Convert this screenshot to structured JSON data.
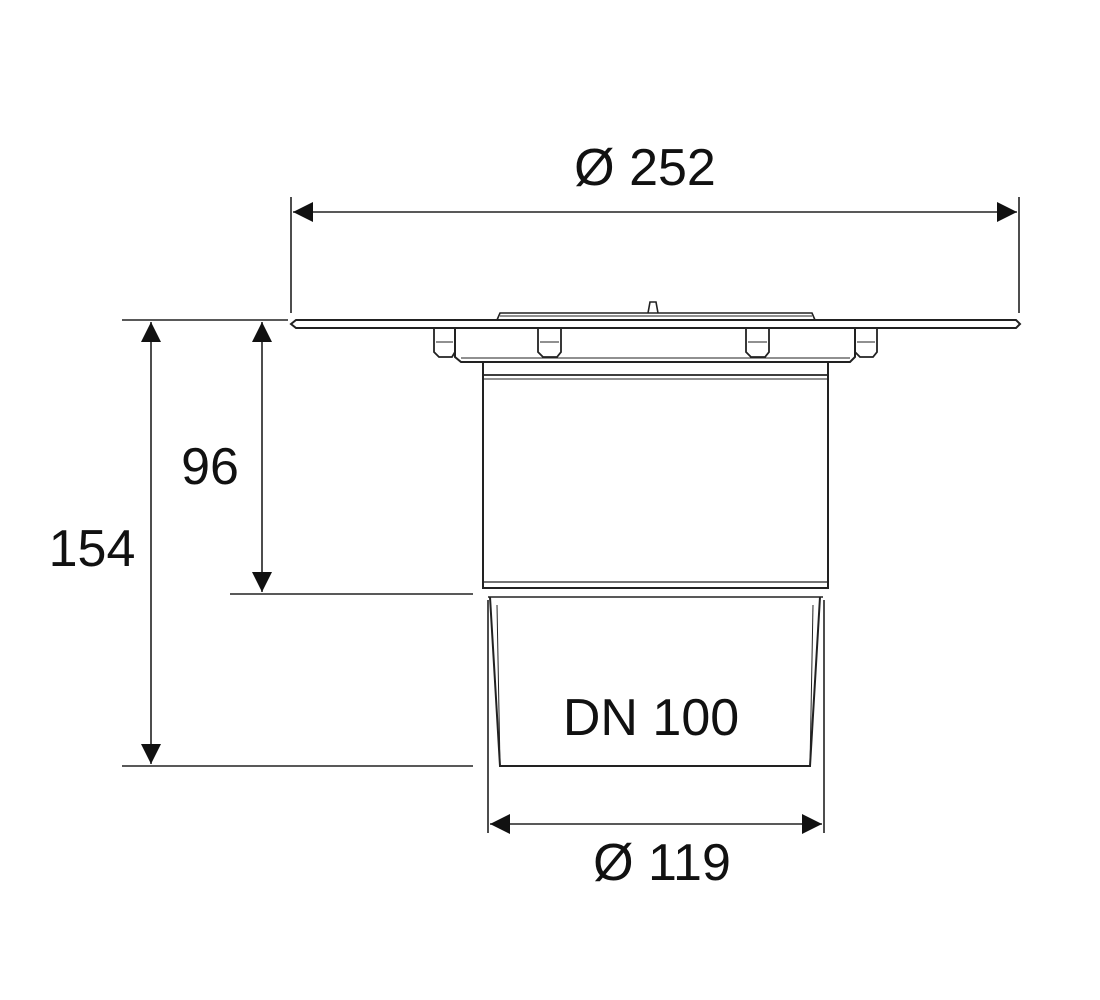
{
  "dimensions": {
    "top_diameter": "Ø 252",
    "bottom_diameter": "Ø 119",
    "total_height": "154",
    "body_height": "96"
  },
  "label": {
    "pipe": "DN 100"
  },
  "colors": {
    "line": "#222222",
    "background": "#ffffff"
  }
}
